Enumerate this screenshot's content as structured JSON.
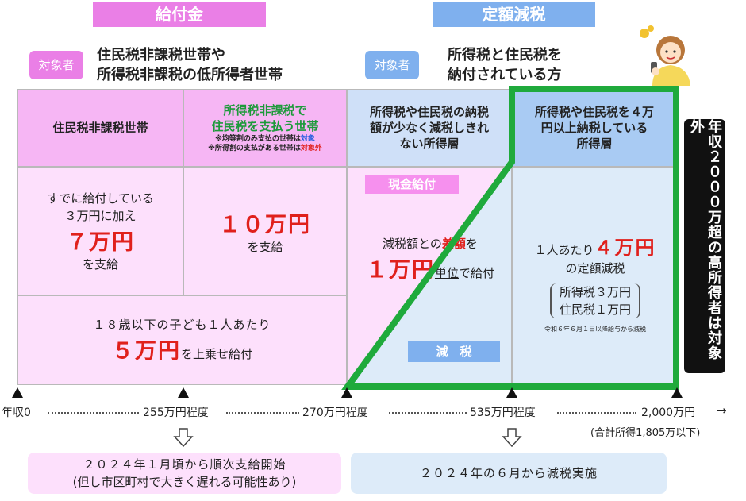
{
  "left": {
    "header": "給付金",
    "badge": "対象者",
    "target_line1": "住民税非課税世帯や",
    "target_line2": "所得税非課税の低所得者世帯",
    "col1_header": "住民税非課税世帯",
    "col2_header_line1": "所得税非課税で",
    "col2_header_line2": "住民税を支払う世帯",
    "col2_note1_prefix": "※均等割のみ支払の世帯は",
    "col2_note1_suffix": "対象",
    "col2_note2_prefix": "※所得割の支払がある世帯は",
    "col2_note2_suffix": "対象外",
    "col1_body_line1": "すでに給付している",
    "col1_body_line2": "３万円に加え",
    "col1_body_amount": "７万円",
    "col1_body_line3": "を支給",
    "col2_body_amount": "１０万円",
    "col2_body_line": "を支給",
    "child_line1": "１８歳以下の子ども１人あたり",
    "child_amount": "５万円",
    "child_suffix": "を上乗せ給付"
  },
  "right": {
    "header": "定額減税",
    "badge": "対象者",
    "target_line1": "所得税と住民税を",
    "target_line2": "納付されている方",
    "col3_header_line1": "所得税や住民税の納税",
    "col3_header_line2": "額が少なく減税しきれ",
    "col3_header_line3": "ない所得層",
    "col4_header_line1": "所得税や住民税を４万",
    "col4_header_line2": "円以上納税している",
    "col4_header_line3": "所得層",
    "cash_label": "現金給付",
    "col3_body_line1_prefix": "減税額との",
    "col3_body_line1_red": "差額",
    "col3_body_line1_suffix": "を",
    "col3_body_amount": "１万円",
    "col3_body_line2_under": "単位",
    "col3_body_line2_suffix": "で給付",
    "tax_label": "減　税",
    "col4_body_prefix": "１人あたり",
    "col4_body_amount": "４万円",
    "col4_body_line2": "の定額減税",
    "col4_bracket_line1": "所得税３万円",
    "col4_bracket_line2": "住民税１万円",
    "col4_note": "令和６年６月１日以降給与から減税"
  },
  "side_note": "年収２０００万超の高所得者は対象外",
  "axis": {
    "label0": "年収0",
    "label1": "255万円程度",
    "label2": "270万円程度",
    "label3": "535万円程度",
    "label4": "2,000万円",
    "sublabel4": "(合計所得1,805万以下)"
  },
  "bottom": {
    "left_line1": "２０２４年１月頃から順次支給開始",
    "left_line2": "(但し市区町村で大きく遅れる可能性あり)",
    "right_line": "２０２４年の６月から減税実施"
  },
  "colors": {
    "pink_header": "#ea7fe6",
    "blue_header": "#7fb0ee",
    "green_border": "#1faa3c",
    "red_text": "#e0201c"
  }
}
